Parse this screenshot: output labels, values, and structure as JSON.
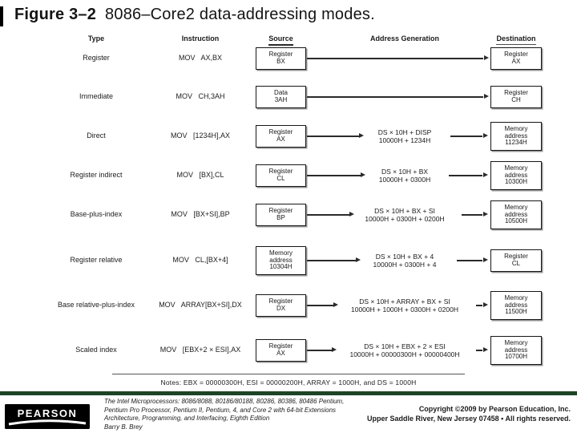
{
  "slide": {
    "title_label": "Figure 3–2",
    "title_text": "8086–Core2 data-addressing modes.",
    "accent_bar_color": "#1d4425"
  },
  "figure": {
    "headers": {
      "type": "Type",
      "instruction": "Instruction",
      "source": "Source",
      "address_generation": "Address Generation",
      "destination": "Destination"
    },
    "rows": [
      {
        "type": "Register",
        "instruction": "MOV   AX,BX",
        "source_lines": [
          "Register",
          "BX"
        ],
        "addr_expr": null,
        "addr_calc": null,
        "dest_lines": [
          "Register",
          "AX"
        ]
      },
      {
        "type": "Immediate",
        "instruction": "MOV   CH,3AH",
        "source_lines": [
          "Data",
          "3AH"
        ],
        "addr_expr": null,
        "addr_calc": null,
        "dest_lines": [
          "Register",
          "CH"
        ]
      },
      {
        "type": "Direct",
        "instruction": "MOV   [1234H],AX",
        "source_lines": [
          "Register",
          "AX"
        ],
        "addr_expr": "DS × 10H + DISP",
        "addr_calc": "10000H + 1234H",
        "dest_lines": [
          "Memory",
          "address",
          "11234H"
        ]
      },
      {
        "type": "Register indirect",
        "instruction": "MOV   [BX],CL",
        "source_lines": [
          "Register",
          "CL"
        ],
        "addr_expr": "DS × 10H + BX",
        "addr_calc": "10000H + 0300H",
        "dest_lines": [
          "Memory",
          "address",
          "10300H"
        ]
      },
      {
        "type": "Base-plus-index",
        "instruction": "MOV   [BX+SI],BP",
        "source_lines": [
          "Register",
          "BP"
        ],
        "addr_expr": "DS × 10H + BX + SI",
        "addr_calc": "10000H + 0300H + 0200H",
        "dest_lines": [
          "Memory",
          "address",
          "10500H"
        ]
      },
      {
        "type": "Register relative",
        "instruction": "MOV   CL,[BX+4]",
        "source_lines": [
          "Memory",
          "address",
          "10304H"
        ],
        "addr_expr": "DS × 10H + BX + 4",
        "addr_calc": "10000H + 0300H + 4",
        "dest_lines": [
          "Register",
          "CL"
        ]
      },
      {
        "type": "Base relative-plus-index",
        "instruction": "MOV   ARRAY[BX+SI],DX",
        "source_lines": [
          "Register",
          "DX"
        ],
        "addr_expr": "DS × 10H + ARRAY + BX + SI",
        "addr_calc": "10000H + 1000H + 0300H + 0200H",
        "dest_lines": [
          "Memory",
          "address",
          "11500H"
        ]
      },
      {
        "type": "Scaled index",
        "instruction": "MOV   [EBX+2 × ESI],AX",
        "source_lines": [
          "Register",
          "AX"
        ],
        "addr_expr": "DS × 10H + EBX + 2 × ESI",
        "addr_calc": "10000H + 00000300H + 00000400H",
        "dest_lines": [
          "Memory",
          "address",
          "10700H"
        ]
      }
    ],
    "notes": "Notes:  EBX = 00000300H, ESI = 00000200H, ARRAY = 1000H, and DS = 1000H"
  },
  "footer": {
    "publisher_logo": "PEARSON",
    "book_lines": [
      "The Intel Microprocessors: 8086/8088, 80186/80188, 80286, 80386, 80486 Pentium,",
      "Pentium Pro Processor, Pentium II, Pentium, 4, and Core 2 with 64-bit Extensions",
      "Architecture, Programming, and Interfacing, Eighth Edition",
      "Barry B. Brey"
    ],
    "copyright_lines": [
      "Copyright ©2009 by Pearson Education, Inc.",
      "Upper Saddle River, New Jersey 07458 • All rights reserved."
    ]
  }
}
